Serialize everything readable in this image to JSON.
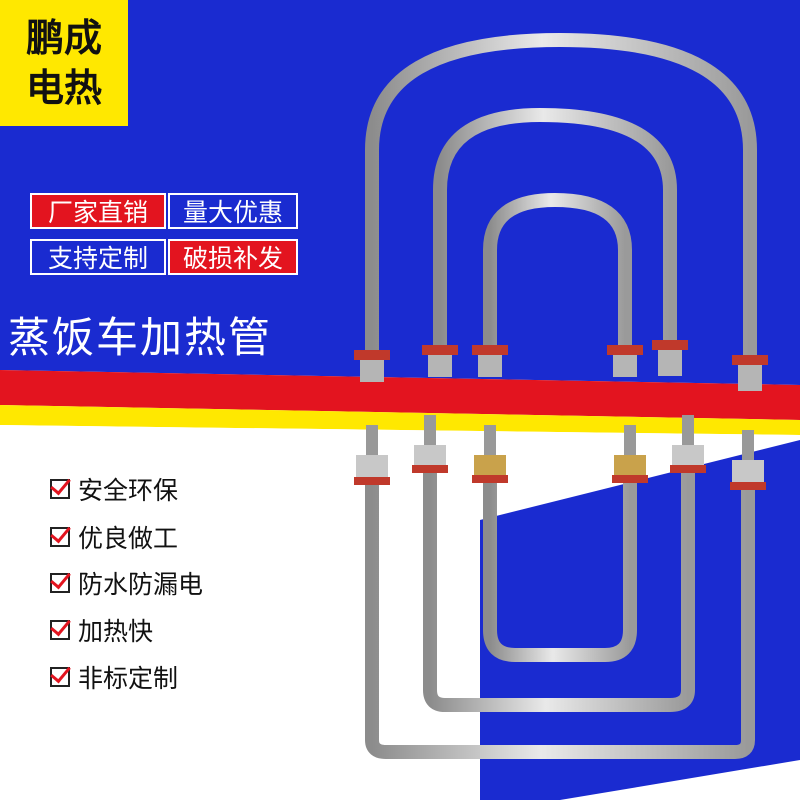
{
  "brand": {
    "line1": "鹏成",
    "line2": "电热"
  },
  "tags": [
    {
      "text": "厂家直销",
      "color": "#e3141f"
    },
    {
      "text": "量大优惠",
      "color": "#1a2bd0"
    },
    {
      "text": "支持定制",
      "color": "#1a2bd0"
    },
    {
      "text": "破损补发",
      "color": "#e3141f"
    }
  ],
  "headline": "蒸饭车加热管",
  "features": [
    "安全环保",
    "优良做工",
    "防水防漏电",
    "加热快",
    "非标定制"
  ],
  "colors": {
    "blue": "#1a2bd0",
    "yellow": "#ffe800",
    "red": "#e3141f",
    "white": "#ffffff"
  }
}
